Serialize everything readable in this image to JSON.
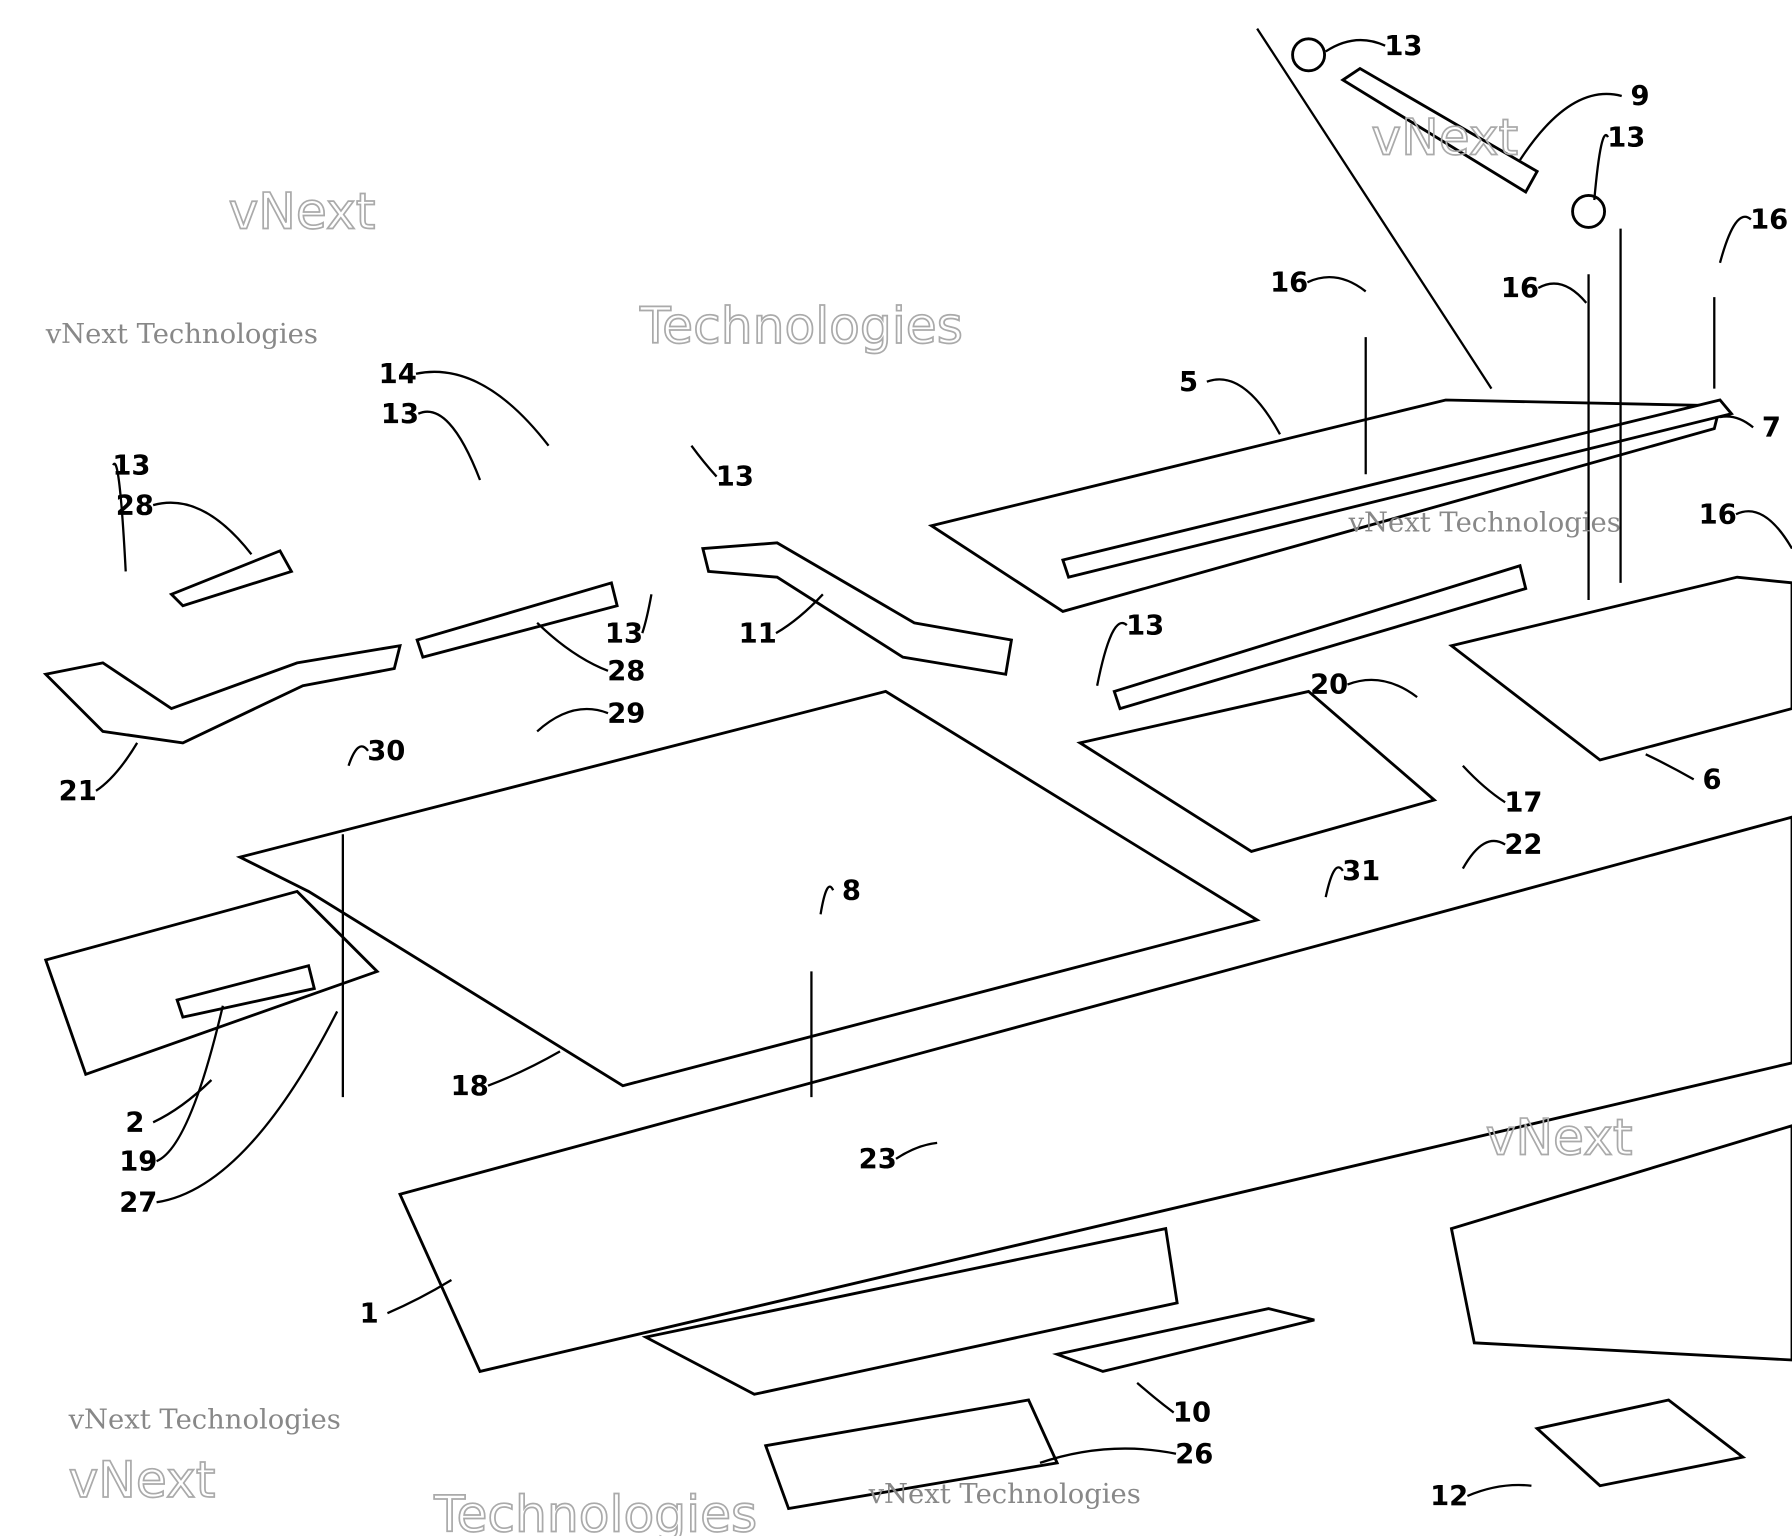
{
  "diagram": {
    "type": "exploded parts diagram",
    "callouts": [
      "13",
      "9",
      "13",
      "16",
      "16",
      "16",
      "5",
      "7",
      "16",
      "14",
      "13",
      "13",
      "28",
      "13",
      "13",
      "28",
      "29",
      "11",
      "13",
      "20",
      "6",
      "17",
      "22",
      "31",
      "30",
      "21",
      "8",
      "18",
      "2",
      "19",
      "27",
      "23",
      "1",
      "10",
      "26",
      "12"
    ],
    "watermark": {
      "line1": "vNext Technologies",
      "big1": "vNext",
      "big2": "Technologies"
    }
  }
}
